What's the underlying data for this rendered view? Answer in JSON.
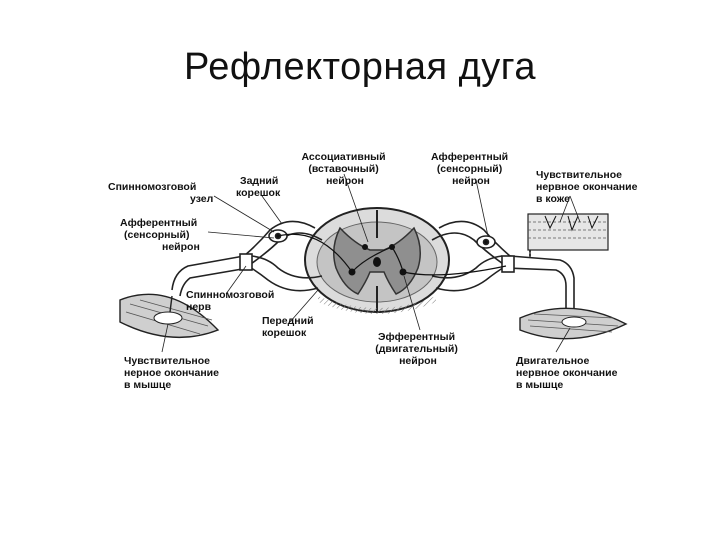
{
  "slide": {
    "title": "Рефлекторная дуга"
  },
  "labels": {
    "spinal_ganglion": [
      "Спинномозговой",
      "узел"
    ],
    "posterior_root": [
      "Задний",
      "корешок"
    ],
    "association_neuron": [
      "Ассоциативный",
      "(вставочный)",
      "нейрон"
    ],
    "afferent_neuron_top": [
      "Афферентный",
      "(сенсорный)",
      "нейрон"
    ],
    "afferent_neuron_left": [
      "Афферентный",
      "(сенсорный)",
      "нейрон"
    ],
    "skin_receptor": [
      "Чувствительное",
      "нервное окончание",
      "в коже"
    ],
    "spinal_nerve": [
      "Спинномозговой",
      "нерв"
    ],
    "anterior_root": [
      "Передний",
      "корешок"
    ],
    "efferent_neuron": [
      "Эфферентный",
      "(двигательный)",
      "нейрон"
    ],
    "muscle_sensory_ending": [
      "Чувствительное",
      "нерное окончание",
      "в мышце"
    ],
    "motor_ending": [
      "Двигательное",
      "нервное окончание",
      "в мышце"
    ]
  }
}
